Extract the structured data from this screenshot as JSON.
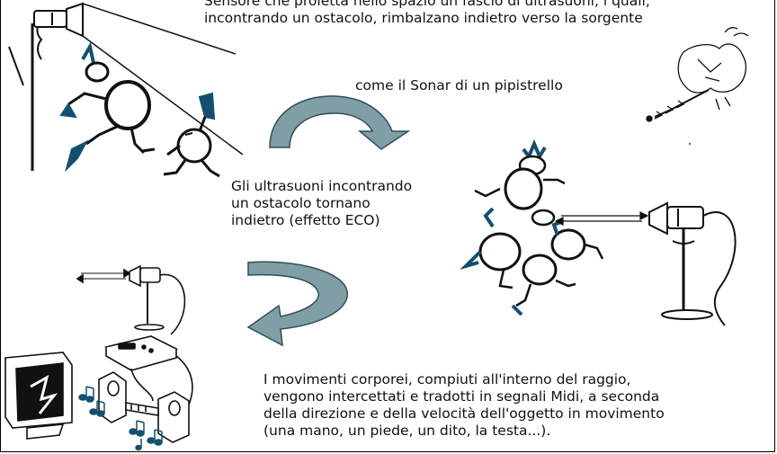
{
  "captions": {
    "sensor": [
      "Sensore che proietta nello spazio un fascio di ultrasuoni, i quali,",
      "incontrando un ostacolo, rimbalzano indietro verso la sorgente"
    ],
    "sonar": "come il Sonar di un pipistrello",
    "echo": [
      "Gli ultrasuoni incontrando",
      "un ostacolo tornano",
      "indietro (effetto ECO)"
    ],
    "movement": [
      "I movimenti corporei, compiuti all'interno del raggio,",
      "vengono intercettati e tradotti in segnali Midi, a seconda",
      "della direzione e della velocità dell'oggetto in movimento",
      "(una mano, un piede, un dito, la testa...)."
    ]
  },
  "colors": {
    "arrow_fill": "#7f9ea6",
    "arrow_stroke": "#2f4f57",
    "figure_fill": "#14506e",
    "ink": "#111111"
  }
}
